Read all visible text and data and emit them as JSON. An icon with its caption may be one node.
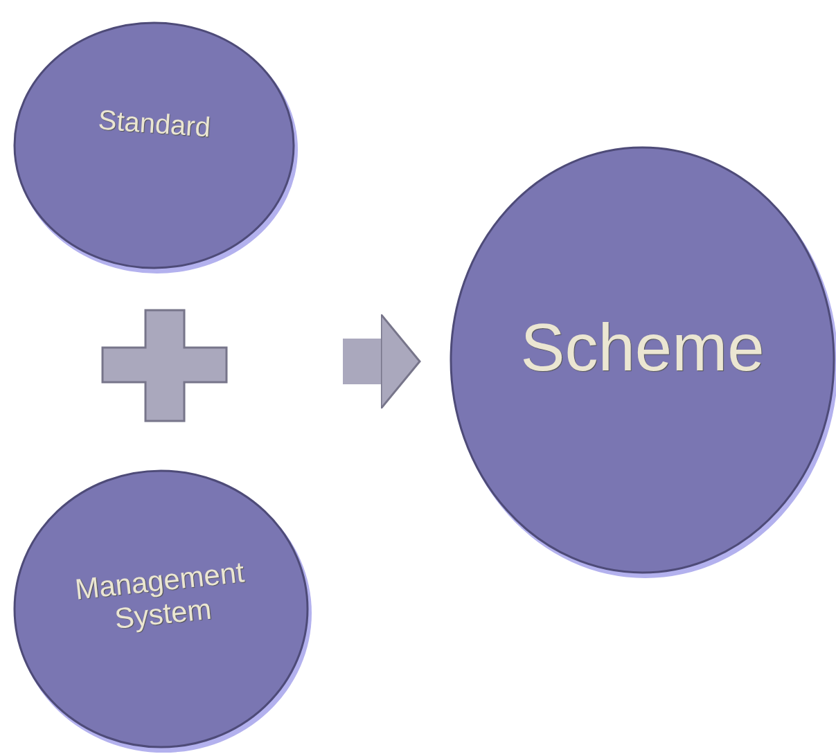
{
  "diagram": {
    "nodes": [
      {
        "text": [
          "Standard"
        ]
      },
      {
        "text": [
          "Management System"
        ]
      },
      {
        "text": [
          "Scheme"
        ]
      }
    ],
    "edges": [
      {
        "from": null,
        "to": 2,
        "arrow": "to"
      }
    ]
  }
}
